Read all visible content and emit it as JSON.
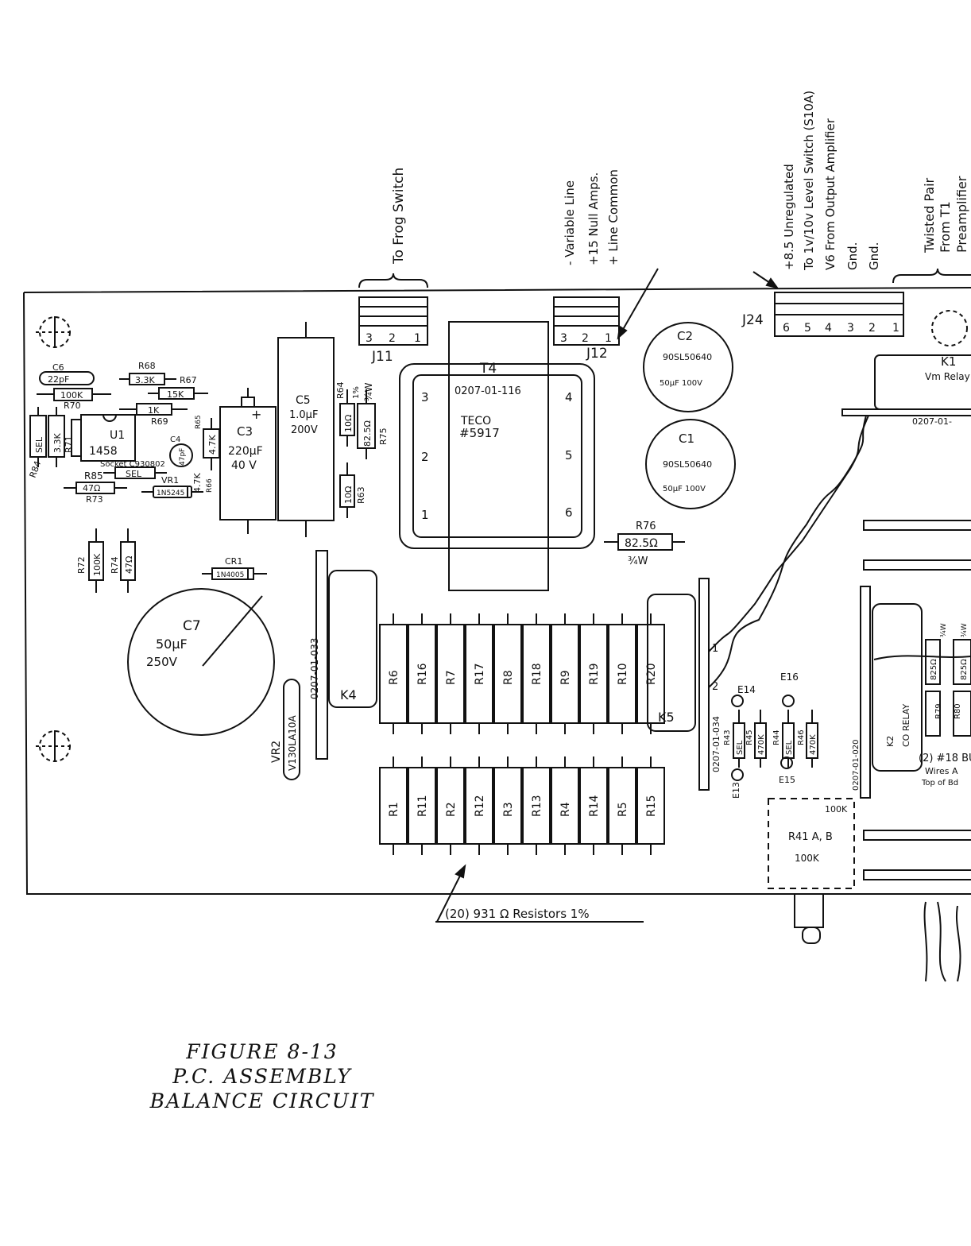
{
  "connectors": {
    "frog_switch": "To Frog Switch",
    "variable_line": "- Variable Line",
    "null_amps": "+15 Null Amps.",
    "line_common": "+ Line Common",
    "unregulated": "+8.5 Unregulated",
    "level_switch": "To 1v/10v Level Switch (S10A)",
    "output_amp": "V6 From Output Amplifier",
    "gnd1": "Gnd.",
    "gnd2": "Gnd.",
    "twisted1": "Twisted Pair",
    "twisted2": "From T1",
    "twisted3": "Preamplifier",
    "j11": "J11",
    "j12": "J12",
    "j24": "J24",
    "j11_pins": [
      "3",
      "2",
      "1"
    ],
    "j12_pins": [
      "3",
      "2",
      "1"
    ],
    "j24_pins": [
      "6",
      "5",
      "4",
      "3",
      "2",
      "1"
    ]
  },
  "components": {
    "c6": "C6",
    "c6_val": "22pF",
    "r70_val": "100K",
    "r70": "R70",
    "r68": "R68",
    "r68_val": "3.3K",
    "r67": "R67",
    "r67_val": "15K",
    "r69": "R69",
    "r69_val": "1K",
    "r84": "R84",
    "r84_val": "SEL",
    "r71_val": "3.3K",
    "r71": "R71",
    "u1": "U1",
    "u1_val": "1458",
    "socket": "Socket C930802",
    "r85": "R85",
    "r85_val": "SEL",
    "c4": "C4",
    "c4_val": "47pF",
    "r73_val": "47Ω",
    "r73": "R73",
    "vr1": "VR1",
    "vr1_val": "1N5245",
    "r72": "R72",
    "r72_val": "100K",
    "r74": "R74",
    "r74_val": "47Ω",
    "r65": "R65",
    "r65_val": "4.7K",
    "r66": "R66",
    "r66_val": "4.7K",
    "c3": "C3",
    "c3_val1": "220µF",
    "c3_val2": "40 V",
    "c5": "C5",
    "c5_val1": "1.0µF",
    "c5_val2": "200V",
    "r64": "R64",
    "r64_val": "10Ω",
    "r75": "R75",
    "r75_val": "82.5Ω",
    "r64_tol": "1%",
    "r75_w": "¾W",
    "r63": "R63",
    "r63_val": "10Ω",
    "cr1": "CR1",
    "cr1_val": "1N4005",
    "c7": "C7",
    "c7_val1": "50µF",
    "c7_val2": "250V",
    "vr2_label": "VR2",
    "vr2_val": "V130LA10A",
    "t4": "T4",
    "t4_part": "0207-01-116",
    "t4_mfr": "TECO",
    "t4_num": "#5917",
    "t4_pins": [
      "3",
      "2",
      "1",
      "4",
      "5",
      "6"
    ],
    "c2": "C2",
    "c2_part": "90SL50640",
    "c2_val": "50µF 100V",
    "c1": "C1",
    "c1_part": "90SL50640",
    "c1_val": "50µF 100V",
    "r76": "R76",
    "r76_val": "82.5Ω",
    "r76_w": "¾W",
    "k1": "K1",
    "k1_val": "Vm Relay",
    "k1_part": "0207-01-",
    "k4": "K4",
    "k4_part": "0207-01-033",
    "k5": "K5",
    "k5_part": "0207-01-034",
    "k5_pins": [
      "1",
      "2"
    ],
    "row_top": [
      "R6",
      "R16",
      "R7",
      "R17",
      "R8",
      "R18",
      "R9",
      "R19",
      "R10",
      "R20"
    ],
    "row_bottom": [
      "R1",
      "R11",
      "R2",
      "R12",
      "R3",
      "R13",
      "R4",
      "R14",
      "R5",
      "R15"
    ],
    "e14": "E14",
    "e16": "E16",
    "e13": "E13",
    "e15": "E15",
    "r43": "R43",
    "r43_val": "SEL",
    "r45": "R45",
    "r45_val": "SEL",
    "r44": "R44",
    "r44_val": "470K",
    "r46": "R46",
    "r46_val": "470K",
    "r41": "R41 A, B",
    "r41_val1": "100K",
    "r41_val2": "100K",
    "k2_part": "0207-01-020",
    "k2_label": "K2",
    "k2_relay": "CO RELAY",
    "r79": "R79",
    "r80": "R80",
    "r79_val": "825Ω",
    "r80_val": "825Ω",
    "r79_w": "¾W",
    "r80_w": "¾W",
    "wires1": "(2) #18 BU",
    "wires2": "Wires A",
    "wires3": "Top of Bd",
    "resistor_note": "(20) 931 Ω Resistors 1%"
  },
  "caption": {
    "line1": "FIGURE 8-13",
    "line2": "P.C. ASSEMBLY",
    "line3": "BALANCE CIRCUIT"
  }
}
